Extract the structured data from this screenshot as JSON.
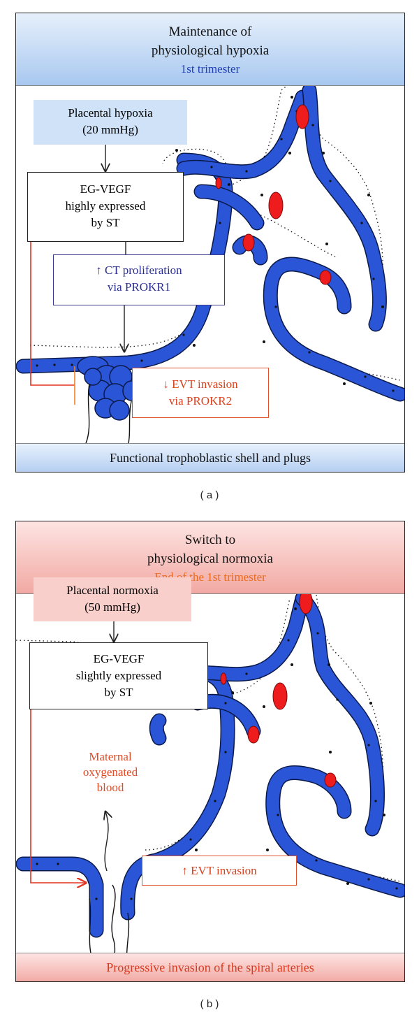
{
  "panels": [
    {
      "banner": {
        "line1": "Maintenance of",
        "line2": "physiological hypoxia",
        "line3": "1st trimester"
      },
      "oxygen_box": {
        "line1": "Placental hypoxia",
        "line2": "(20 mmHg)"
      },
      "egvegf_box": {
        "line1": "EG-VEGF",
        "line2": "highly expressed",
        "line3": "by ST"
      },
      "ct_box": {
        "line1": "↑ CT proliferation",
        "line2": "via PROKR1"
      },
      "evt_box": {
        "line1": "↓ EVT invasion",
        "line2": "via PROKR2"
      },
      "footer": "Functional trophoblastic shell and plugs",
      "caption": "( a )"
    },
    {
      "banner": {
        "line1": "Switch to",
        "line2": "physiological normoxia",
        "line3": "End of the 1st trimester"
      },
      "oxygen_box": {
        "line1": "Placental normoxia",
        "line2": "(50 mmHg)"
      },
      "egvegf_box": {
        "line1": "EG-VEGF",
        "line2": "slightly expressed",
        "line3": "by ST"
      },
      "blood_label": {
        "line1": "Maternal",
        "line2": "oxygenated",
        "line3": "blood"
      },
      "evt_box": {
        "label": "↑ EVT invasion"
      },
      "footer": "Progressive invasion of the spiral arteries",
      "caption": "( b )"
    }
  ],
  "colors": {
    "cell_fill": "#2a55d6",
    "cell_stroke": "#0b1a4a",
    "blood_red": "#ee1c1c",
    "inhibit_red": "#e3321e",
    "hypoxia_blue": "#a8c8f0",
    "normoxia_pink": "#f2a9a3"
  }
}
